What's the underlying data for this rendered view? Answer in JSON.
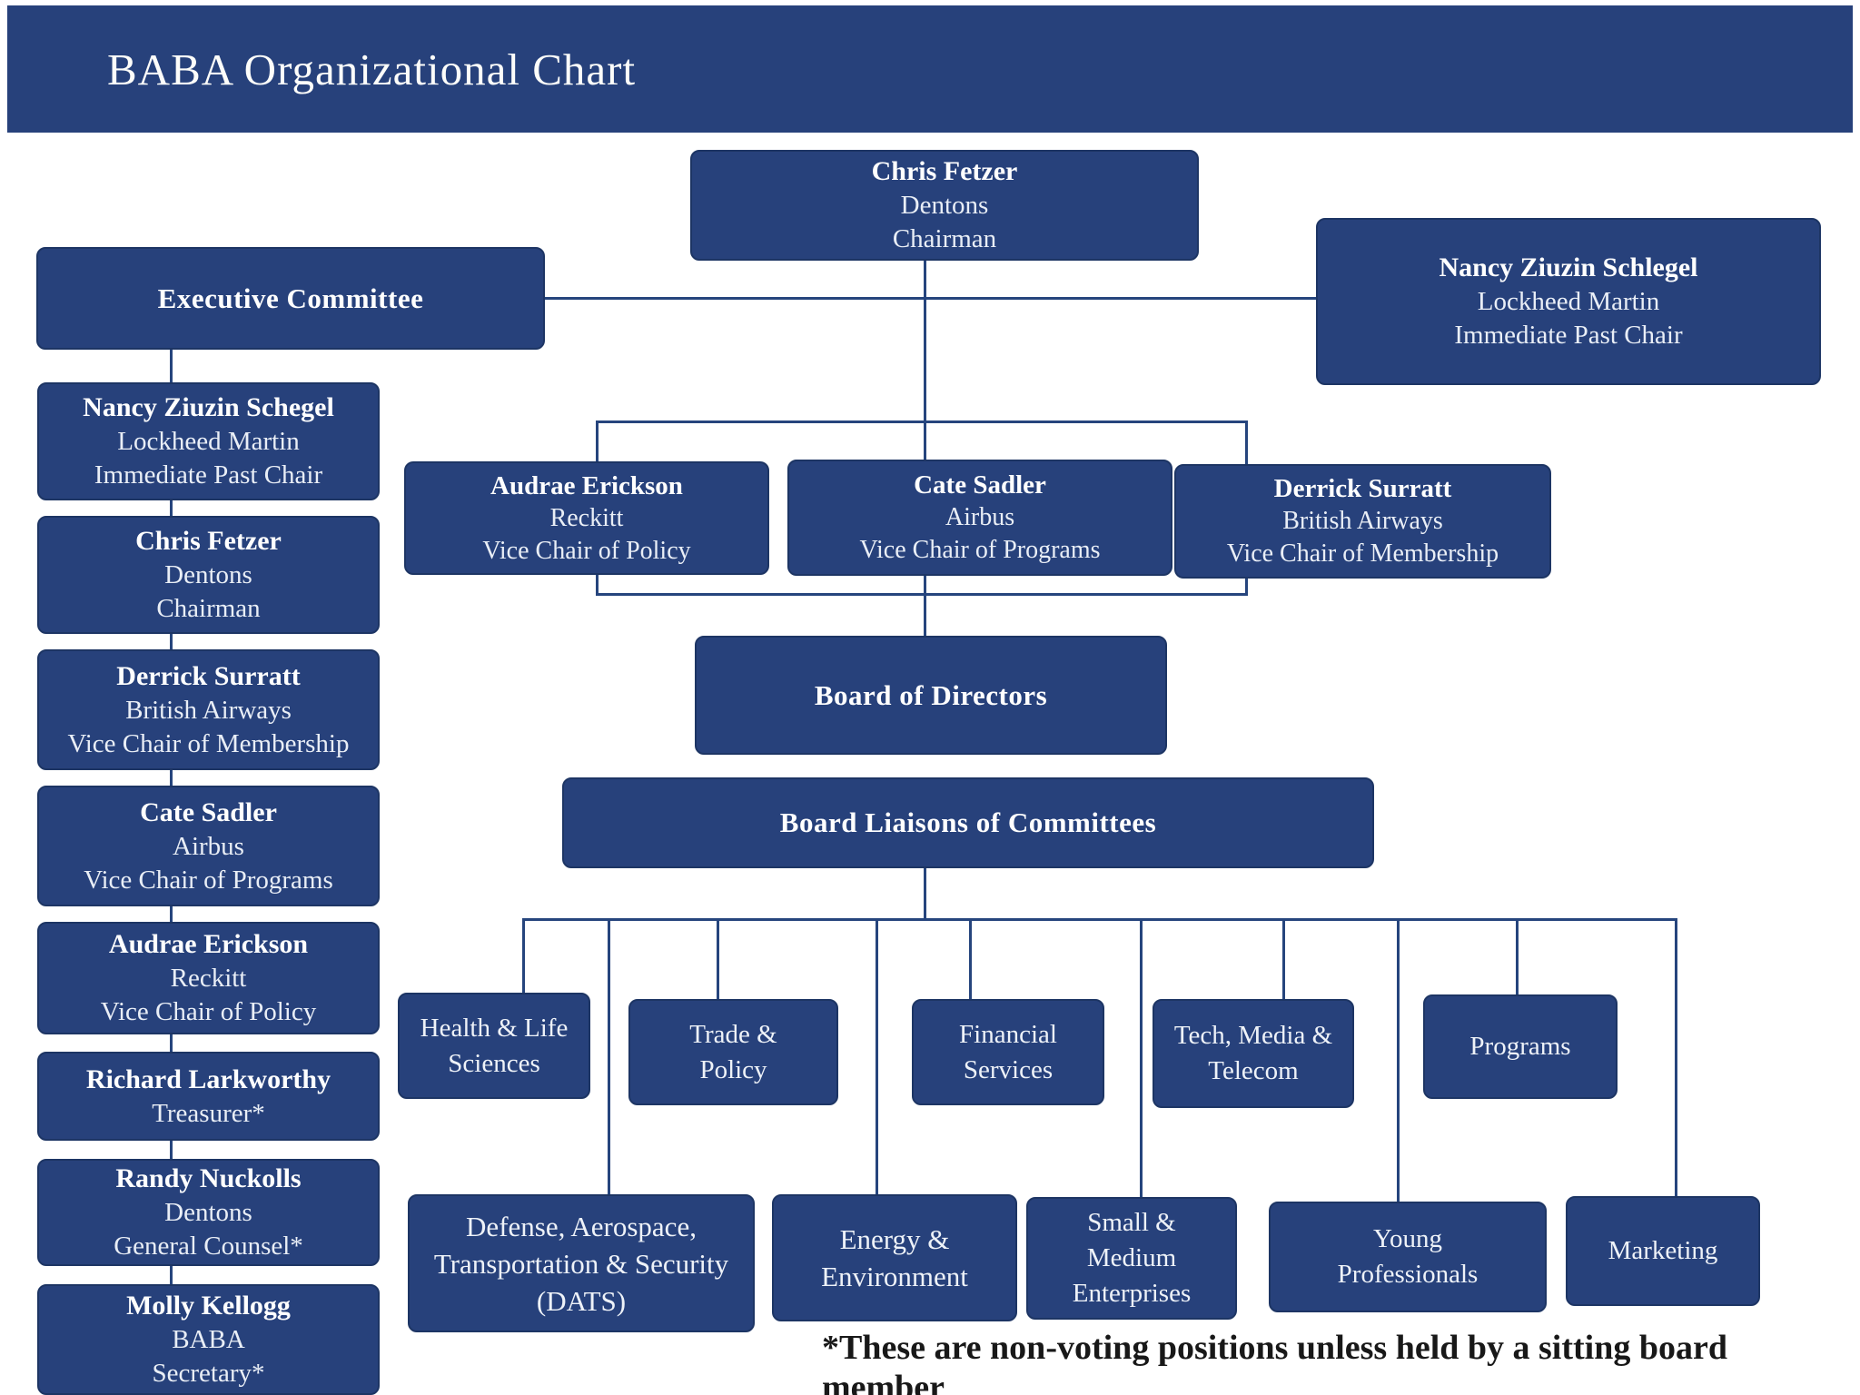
{
  "header": {
    "title": "BABA Organizational Chart"
  },
  "colors": {
    "box_blue": "#27417b",
    "line_blue": "#26457d",
    "box_border": "#1d3564",
    "text_light": "#e9eef6",
    "footnote_black": "#181818"
  },
  "top_chair": {
    "name": "Chris Fetzer",
    "org": "Dentons",
    "role": "Chairman"
  },
  "past_chair": {
    "name": "Nancy Ziuzin Schlegel",
    "org": "Lockheed Martin",
    "role": "Immediate Past Chair"
  },
  "executive_committee": {
    "label": "Executive Committee"
  },
  "left_column": [
    {
      "name": "Nancy Ziuzin Schegel",
      "org": "Lockheed Martin",
      "role": "Immediate Past Chair"
    },
    {
      "name": "Chris Fetzer",
      "org": "Dentons",
      "role": "Chairman"
    },
    {
      "name": "Derrick Surratt",
      "org": "British Airways",
      "role": "Vice Chair of Membership"
    },
    {
      "name": "Cate Sadler",
      "org": "Airbus",
      "role": "Vice Chair of Programs"
    },
    {
      "name": "Audrae Erickson",
      "org": "Reckitt",
      "role": "Vice Chair of Policy"
    },
    {
      "name": "Richard Larkworthy",
      "role": "Treasurer*"
    },
    {
      "name": "Randy Nuckolls",
      "org": "Dentons",
      "role": "General Counsel*"
    },
    {
      "name": "Molly Kellogg",
      "org": "BABA",
      "role": "Secretary*"
    }
  ],
  "vice_chairs": [
    {
      "name": "Audrae Erickson",
      "org": "Reckitt",
      "role": "Vice Chair of Policy"
    },
    {
      "name": "Cate Sadler",
      "org": "Airbus",
      "role": "Vice Chair of Programs"
    },
    {
      "name": "Derrick Surratt",
      "org": "British Airways",
      "role": "Vice Chair of Membership"
    }
  ],
  "board": {
    "label": "Board of Directors"
  },
  "liaisons": {
    "label": "Board Liaisons of Committees"
  },
  "committees_row1": [
    "Health & Life Sciences",
    "Trade & Policy",
    "Financial Services",
    "Tech, Media & Telecom",
    "Programs"
  ],
  "committees_row2": [
    "Defense, Aerospace, Transportation & Security (DATS)",
    "Energy & Environment",
    "Small & Medium Enterprises",
    "Young Professionals",
    "Marketing"
  ],
  "footnote": {
    "text": "*These are non-voting positions unless held by a sitting board member"
  }
}
